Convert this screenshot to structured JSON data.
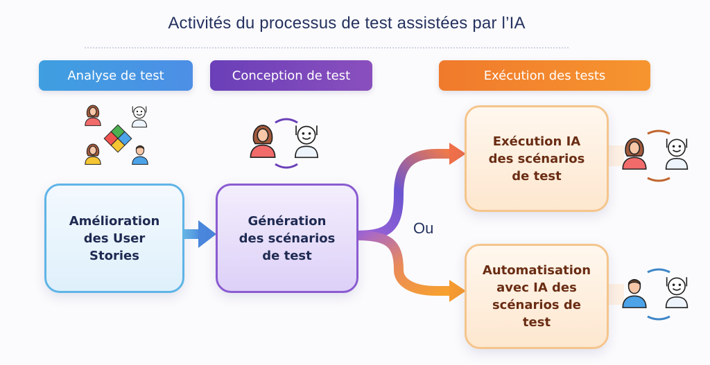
{
  "title": "Activités du processus de test assistées par l’IA",
  "phases": {
    "analyse": "Analyse de test",
    "conception": "Conception de test",
    "execution": "Exécution des tests"
  },
  "boxes": {
    "story": [
      "Amélioration",
      "des User",
      "Stories"
    ],
    "generation": [
      "Génération",
      "des scénarios",
      "de test"
    ],
    "execution": [
      "Exécution IA",
      "des scénarios",
      "de test"
    ],
    "automation": [
      "Automatisation",
      "avec IA des",
      "scénarios de",
      "test"
    ]
  },
  "connector_label": "Ou",
  "icons": {
    "analyse_group": "collaboration-puzzle-icon",
    "conception_pair": "human-ai-pair-icon",
    "execution_pair": "human-ai-pair-icon",
    "automation_pair": "human-ai-pair-icon"
  },
  "colors": {
    "analyse": "#4d9be4",
    "conception": "#7a47bb",
    "execution": "#f28a2e",
    "title": "#25325f"
  }
}
